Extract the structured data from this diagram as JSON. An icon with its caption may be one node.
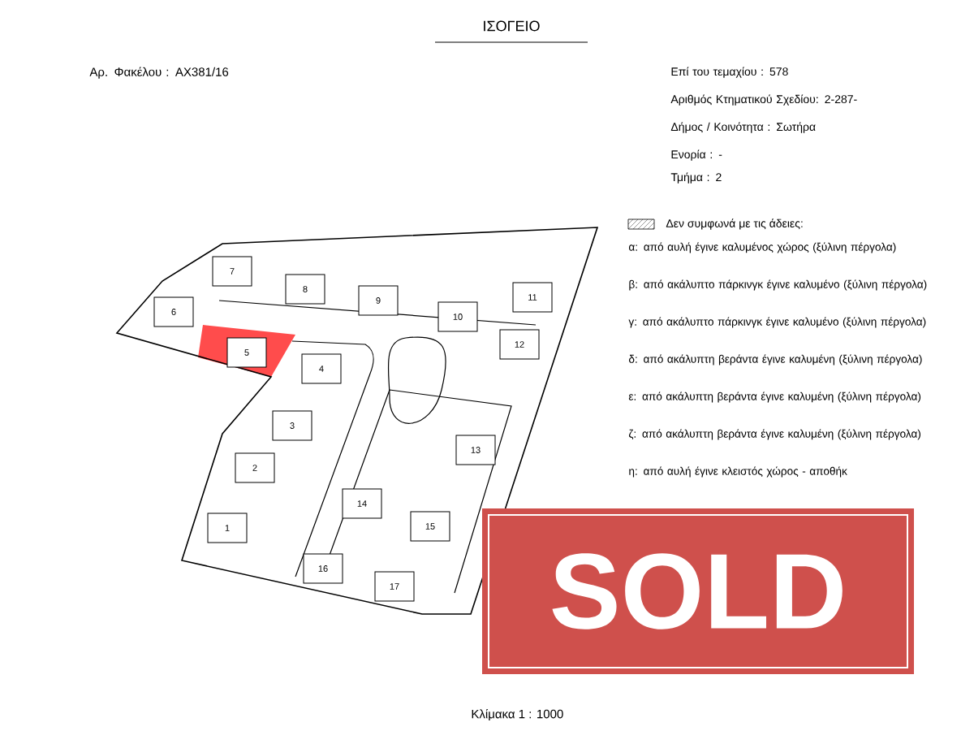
{
  "diagram": {
    "title": "ΙΣΟΓΕΙΟ",
    "labels": [
      "Αρ. Φακέλου : ΑΧ381/16",
      "Επί του τεμαχίου : 578",
      "Αριθμός Κτηματικού Σχεδίου: 2-287-",
      "Δήμος / Κοινότητα : Σωτήρα",
      "Ενορία : -",
      "Τμήμα : 2",
      "α: από αυλή έγινε καλυμένος χώρος (ξύλινη πέργολα)",
      "β: από ακάλυπτο πάρκινγκ έγινε καλυμένο (ξύλινη πέργολα)",
      "γ: από ακάλυπτο πάρκινγκ έγινε καλυμένο (ξύλινη πέργολα)",
      "δ: από ακάλυπτη βεράντα έγινε καλυμένη (ξύλινη πέργολα)",
      "ε: από ακάλυπτη βεράντα έγινε καλυμένη (ξύλινη πέργολα)",
      "ζ: από ακάλυπτη βεράντα έγινε καλυμένη (ξύλινη πέργολα)",
      "η: από αυλή έγινε κλειστός χώρος - αποθήκ",
      "7",
      "8",
      "9",
      "6",
      "10",
      "11",
      "5",
      "4",
      "12",
      "3",
      "13",
      "2",
      "14",
      "1",
      "15",
      "16",
      "17",
      "SOLD",
      "Κλίμακα 1 : 1000"
    ],
    "legend": [
      {
        "text": "Δεν συμφωνά με τις άδειες:"
      }
    ]
  }
}
